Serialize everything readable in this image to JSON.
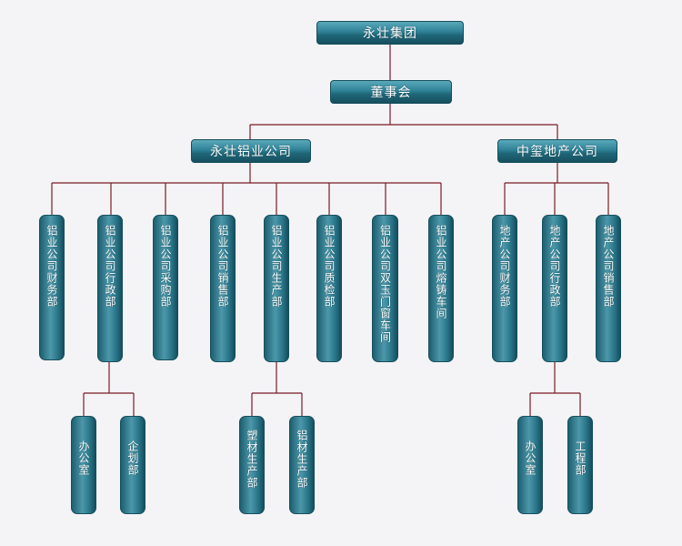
{
  "root": "永壮集团",
  "board": "董事会",
  "companies": {
    "aluminum": "永壮铝业公司",
    "realestate": "中玺地产公司"
  },
  "aluminum_departments": [
    "铝业公司财务部",
    "铝业公司行政部",
    "铝业公司采购部",
    "铝业公司销售部",
    "铝业公司生产部",
    "铝业公司质检部",
    "铝业公司双玉门窗车间",
    "铝业公司熔铸车间"
  ],
  "realestate_departments": [
    "地产公司财务部",
    "地产公司行政部",
    "地产公司销售部"
  ],
  "aluminum_admin_sub": [
    "办公室",
    "企划部"
  ],
  "aluminum_production_sub": [
    "塑材生产部",
    "铝材生产部"
  ],
  "realestate_admin_sub": [
    "办公室",
    "工程部"
  ],
  "colors": {
    "box_fill": "#2f8196",
    "box_border": "#164e5d",
    "connector": "#7a1a26",
    "background": "#f4f4f6"
  }
}
